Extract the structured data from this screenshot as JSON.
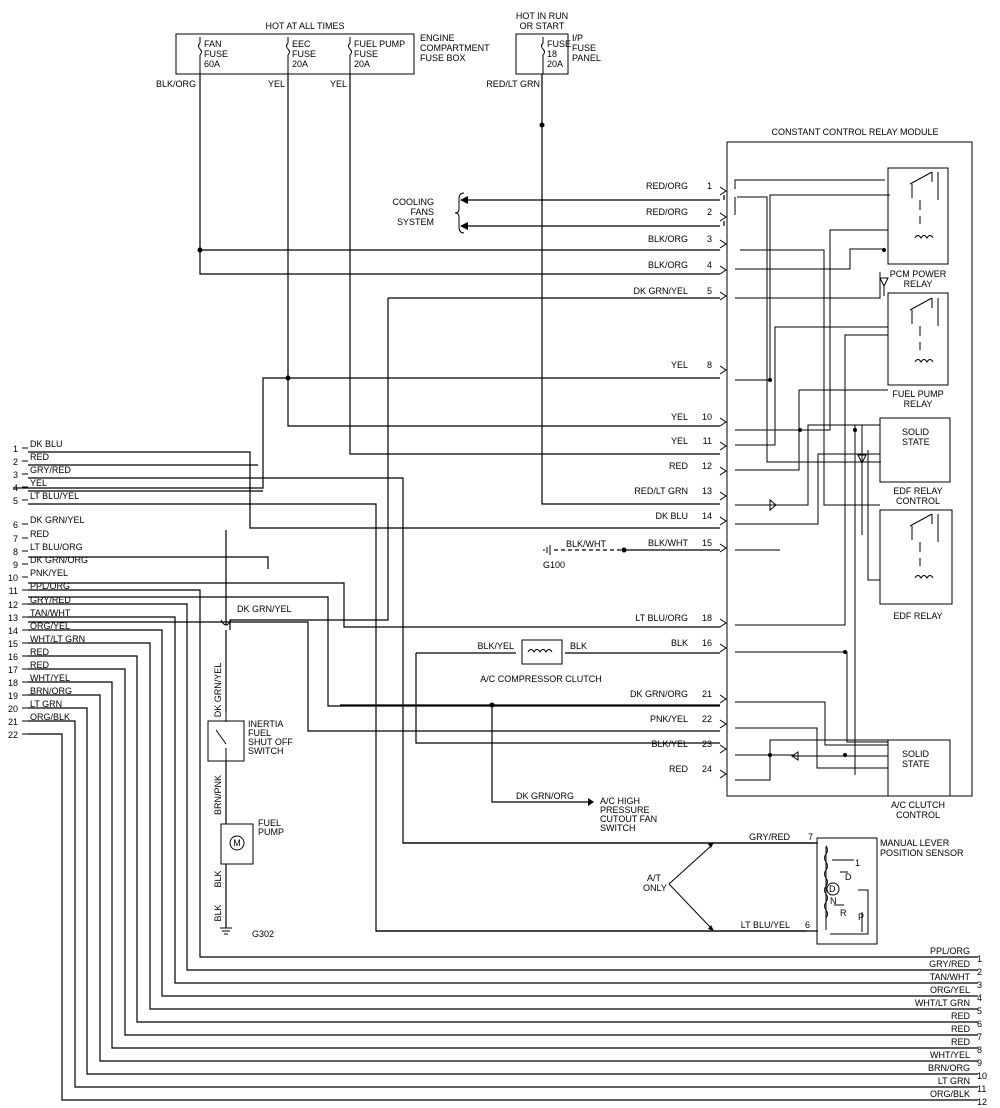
{
  "fuse_box": {
    "header": "HOT AT ALL TIMES",
    "title_lines": [
      "ENGINE",
      "COMPARTMENT",
      "FUSE BOX"
    ],
    "fuses": [
      {
        "lines": [
          "FAN",
          "FUSE",
          "60A"
        ],
        "wire": "BLK/ORG"
      },
      {
        "lines": [
          "EEC",
          "FUSE",
          "20A"
        ],
        "wire": "YEL"
      },
      {
        "lines": [
          "FUEL PUMP",
          "FUSE",
          "20A"
        ],
        "wire": "YEL"
      }
    ]
  },
  "ip_panel": {
    "header_lines": [
      "HOT IN RUN",
      "OR START"
    ],
    "title_lines": [
      "I/P",
      "FUSE",
      "PANEL"
    ],
    "fuse_lines": [
      "FUSE",
      "18",
      "20A"
    ],
    "wire": "RED/LT GRN"
  },
  "module": {
    "title": "CONSTANT CONTROL RELAY MODULE",
    "pcm_relay": [
      "PCM POWER",
      "RELAY"
    ],
    "fuel_relay": [
      "FUEL PUMP",
      "RELAY"
    ],
    "edf_control": [
      "SOLID",
      "STATE",
      "EDF RELAY",
      "CONTROL"
    ],
    "edf_relay": [
      "EDF RELAY"
    ],
    "ac_control": [
      "SOLID",
      "STATE",
      "A/C CLUTCH",
      "CONTROL"
    ],
    "pins": [
      {
        "color": "RED/ORG",
        "num": "1"
      },
      {
        "color": "RED/ORG",
        "num": "2"
      },
      {
        "color": "BLK/ORG",
        "num": "3"
      },
      {
        "color": "BLK/ORG",
        "num": "4"
      },
      {
        "color": "DK GRN/YEL",
        "num": "5"
      },
      {
        "color": "YEL",
        "num": "8"
      },
      {
        "color": "YEL",
        "num": "10"
      },
      {
        "color": "YEL",
        "num": "11"
      },
      {
        "color": "RED",
        "num": "12"
      },
      {
        "color": "RED/LT GRN",
        "num": "13"
      },
      {
        "color": "DK BLU",
        "num": "14"
      },
      {
        "color": "BLK/WHT",
        "num": "15"
      },
      {
        "color": "LT BLU/ORG",
        "num": "18"
      },
      {
        "color": "BLK",
        "num": "16"
      },
      {
        "color": "DK GRN/ORG",
        "num": "21"
      },
      {
        "color": "PNK/YEL",
        "num": "22"
      },
      {
        "color": "BLK/YEL",
        "num": "23"
      },
      {
        "color": "RED",
        "num": "24"
      }
    ]
  },
  "cooling": [
    "COOLING",
    "FANS",
    "SYSTEM"
  ],
  "ground_g100": {
    "wire": "BLK/WHT",
    "label": "G100"
  },
  "left_connector": [
    {
      "num": "1",
      "color": "DK BLU"
    },
    {
      "num": "2",
      "color": "RED"
    },
    {
      "num": "3",
      "color": "GRY/RED"
    },
    {
      "num": "4",
      "color": "YEL"
    },
    {
      "num": "5",
      "color": "LT BLU/YEL"
    },
    {
      "num": "6",
      "color": "DK GRN/YEL"
    },
    {
      "num": "7",
      "color": "RED"
    },
    {
      "num": "8",
      "color": "LT BLU/ORG"
    },
    {
      "num": "9",
      "color": "DK GRN/ORG"
    },
    {
      "num": "10",
      "color": "PNK/YEL"
    },
    {
      "num": "11",
      "color": "PPL/ORG"
    },
    {
      "num": "12",
      "color": "GRY/RED"
    },
    {
      "num": "13",
      "color": "TAN/WHT"
    },
    {
      "num": "14",
      "color": "ORG/YEL"
    },
    {
      "num": "15",
      "color": "WHT/LT GRN"
    },
    {
      "num": "16",
      "color": "RED"
    },
    {
      "num": "17",
      "color": "RED"
    },
    {
      "num": "18",
      "color": "WHT/YEL"
    },
    {
      "num": "19",
      "color": "BRN/ORG"
    },
    {
      "num": "20",
      "color": "LT GRN"
    },
    {
      "num": "21",
      "color": "ORG/BLK"
    },
    {
      "num": "22",
      "color": ""
    }
  ],
  "bottom_connector": [
    {
      "num": "1",
      "color": "PPL/ORG"
    },
    {
      "num": "2",
      "color": "GRY/RED"
    },
    {
      "num": "3",
      "color": "TAN/WHT"
    },
    {
      "num": "4",
      "color": "ORG/YEL"
    },
    {
      "num": "5",
      "color": "WHT/LT GRN"
    },
    {
      "num": "6",
      "color": "RED"
    },
    {
      "num": "7",
      "color": "RED"
    },
    {
      "num": "8",
      "color": "RED"
    },
    {
      "num": "9",
      "color": "WHT/YEL"
    },
    {
      "num": "10",
      "color": "BRN/ORG"
    },
    {
      "num": "11",
      "color": "LT GRN"
    },
    {
      "num": "12",
      "color": "ORG/BLK"
    }
  ],
  "fuel_circuit": {
    "wire_top": "DK GRN/YEL",
    "wire_vertical": "DK GRN/YEL",
    "inertia": [
      "INERTIA",
      "FUEL",
      "SHUT OFF",
      "SWITCH"
    ],
    "wire_mid": "BRN/PNK",
    "pump": [
      "FUEL",
      "PUMP"
    ],
    "motor_symbol": "M",
    "wire_low1": "BLK",
    "wire_low2": "BLK",
    "ground": "G302"
  },
  "ac_clutch": {
    "wire_left": "BLK/YEL",
    "wire_right": "BLK",
    "label": "A/C COMPRESSOR CLUTCH"
  },
  "ac_switch": {
    "wire": "DK GRN/ORG",
    "label": [
      "A/C HIGH",
      "PRESSURE",
      "CUTOUT FAN",
      "SWITCH"
    ]
  },
  "mlps": {
    "title": [
      "MANUAL LEVER",
      "POSITION SENSOR"
    ],
    "wire_top": "GRY/RED",
    "pin_top": "7",
    "wire_bottom": "LT BLU/YEL",
    "pin_bottom": "6",
    "positions": [
      "1",
      "D",
      "D",
      "N",
      "R",
      "P"
    ],
    "at_only": [
      "A/T",
      "ONLY"
    ]
  }
}
